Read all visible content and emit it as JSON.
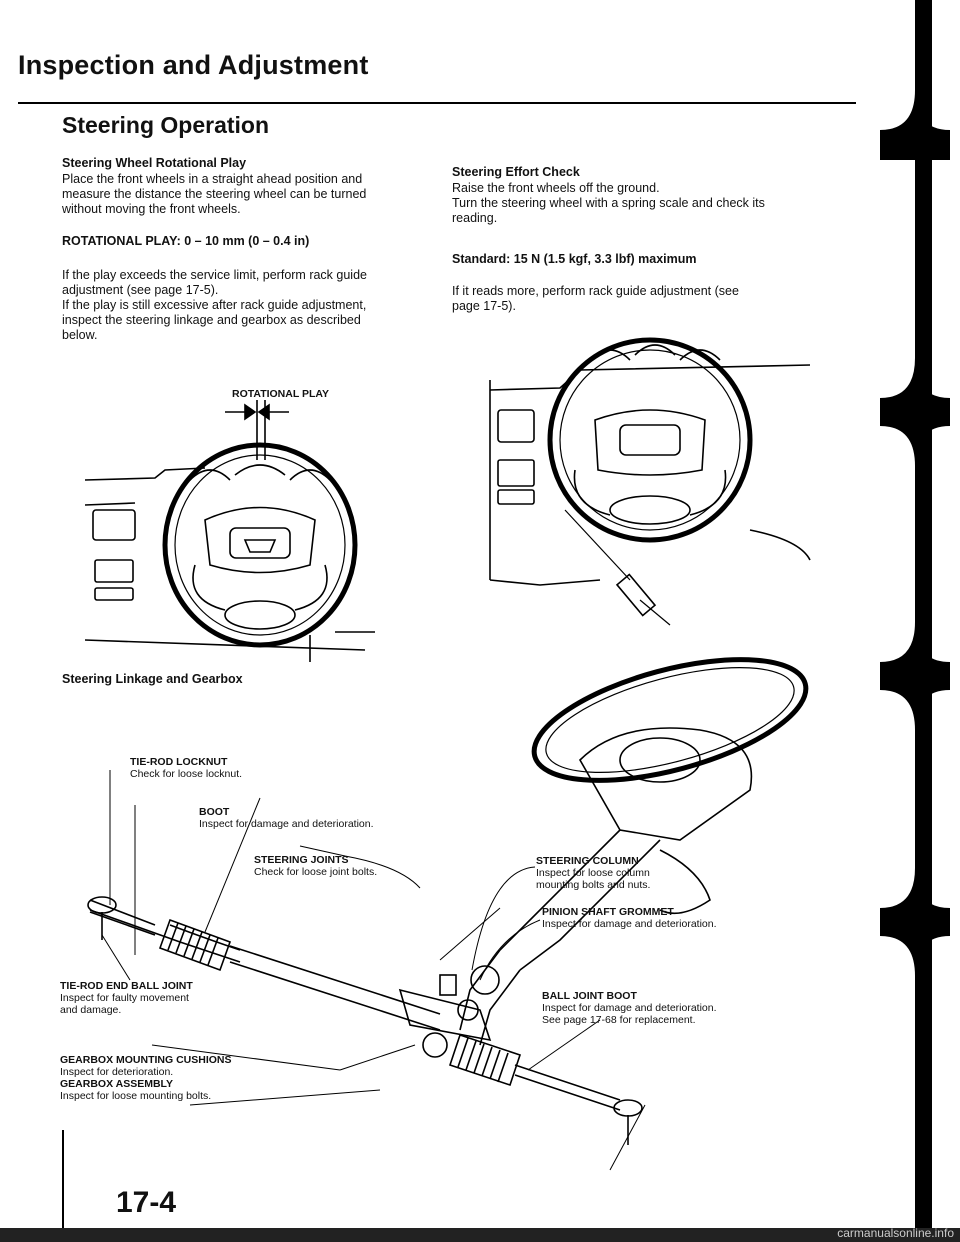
{
  "header": {
    "title": "Inspection and Adjustment",
    "section": "Steering Operation",
    "page_number": "17-4"
  },
  "left_col": {
    "heading": "Steering Wheel Rotational Play",
    "line1": "Place the front wheels in a straight ahead position and",
    "line2": "measure the distance the steering wheel can be turned",
    "line3": "without moving the front wheels.",
    "spec": "ROTATIONAL PLAY: 0 – 10 mm (0 – 0.4 in)",
    "p2_line1": "If the play exceeds the service limit, perform rack guide",
    "p2_line2": "adjustment (see page 17-5).",
    "p2_line3": "If the play is still excessive after rack guide adjustment,",
    "p2_line4": "inspect the steering linkage and gearbox as described",
    "p2_line5": "below.",
    "figure_label": "ROTATIONAL PLAY"
  },
  "right_col": {
    "heading": "Steering Effort Check",
    "line1": "Raise the front wheels off the ground.",
    "line2": "Turn the steering wheel with a spring scale and check its",
    "line3": "reading.",
    "spec": "Standard: 15 N (1.5 kgf, 3.3 lbf) maximum",
    "p2_line1": "If it reads more, perform rack guide adjustment (see",
    "p2_line2": "page 17-5)."
  },
  "linkage": {
    "heading": "Steering Linkage and Gearbox",
    "tie_rod_locknut": "TIE-ROD LOCKNUT",
    "tie_rod_locknut_note": "Check for loose locknut.",
    "boot": "BOOT",
    "boot_note": "Inspect for damage and deterioration.",
    "steering_joints": "STEERING JOINTS",
    "steering_joints_note": "Check for loose joint bolts.",
    "steering_column": "STEERING COLUMN",
    "steering_column_note1": "Inspect for loose column",
    "steering_column_note2": "mounting bolts and nuts.",
    "pinion_grommet": "PINION SHAFT GROMMET",
    "pinion_grommet_note": "Inspect for damage and deterioration.",
    "tie_rod_end": "TIE-ROD END BALL JOINT",
    "tie_rod_end_note1": "Inspect for faulty movement",
    "tie_rod_end_note2": "and damage.",
    "ball_joint_boot": "BALL JOINT BOOT",
    "ball_joint_boot_note1": "Inspect for damage and deterioration.",
    "ball_joint_boot_note2": "See page 17-68 for replacement.",
    "gearbox_cushions": "GEARBOX MOUNTING CUSHIONS",
    "gearbox_cushions_note": "Inspect for deterioration.",
    "gearbox_assembly": "GEARBOX ASSEMBLY",
    "gearbox_assembly_note": "Inspect for loose mounting bolts."
  },
  "footer": {
    "watermark": "carmanualsonline.info"
  }
}
